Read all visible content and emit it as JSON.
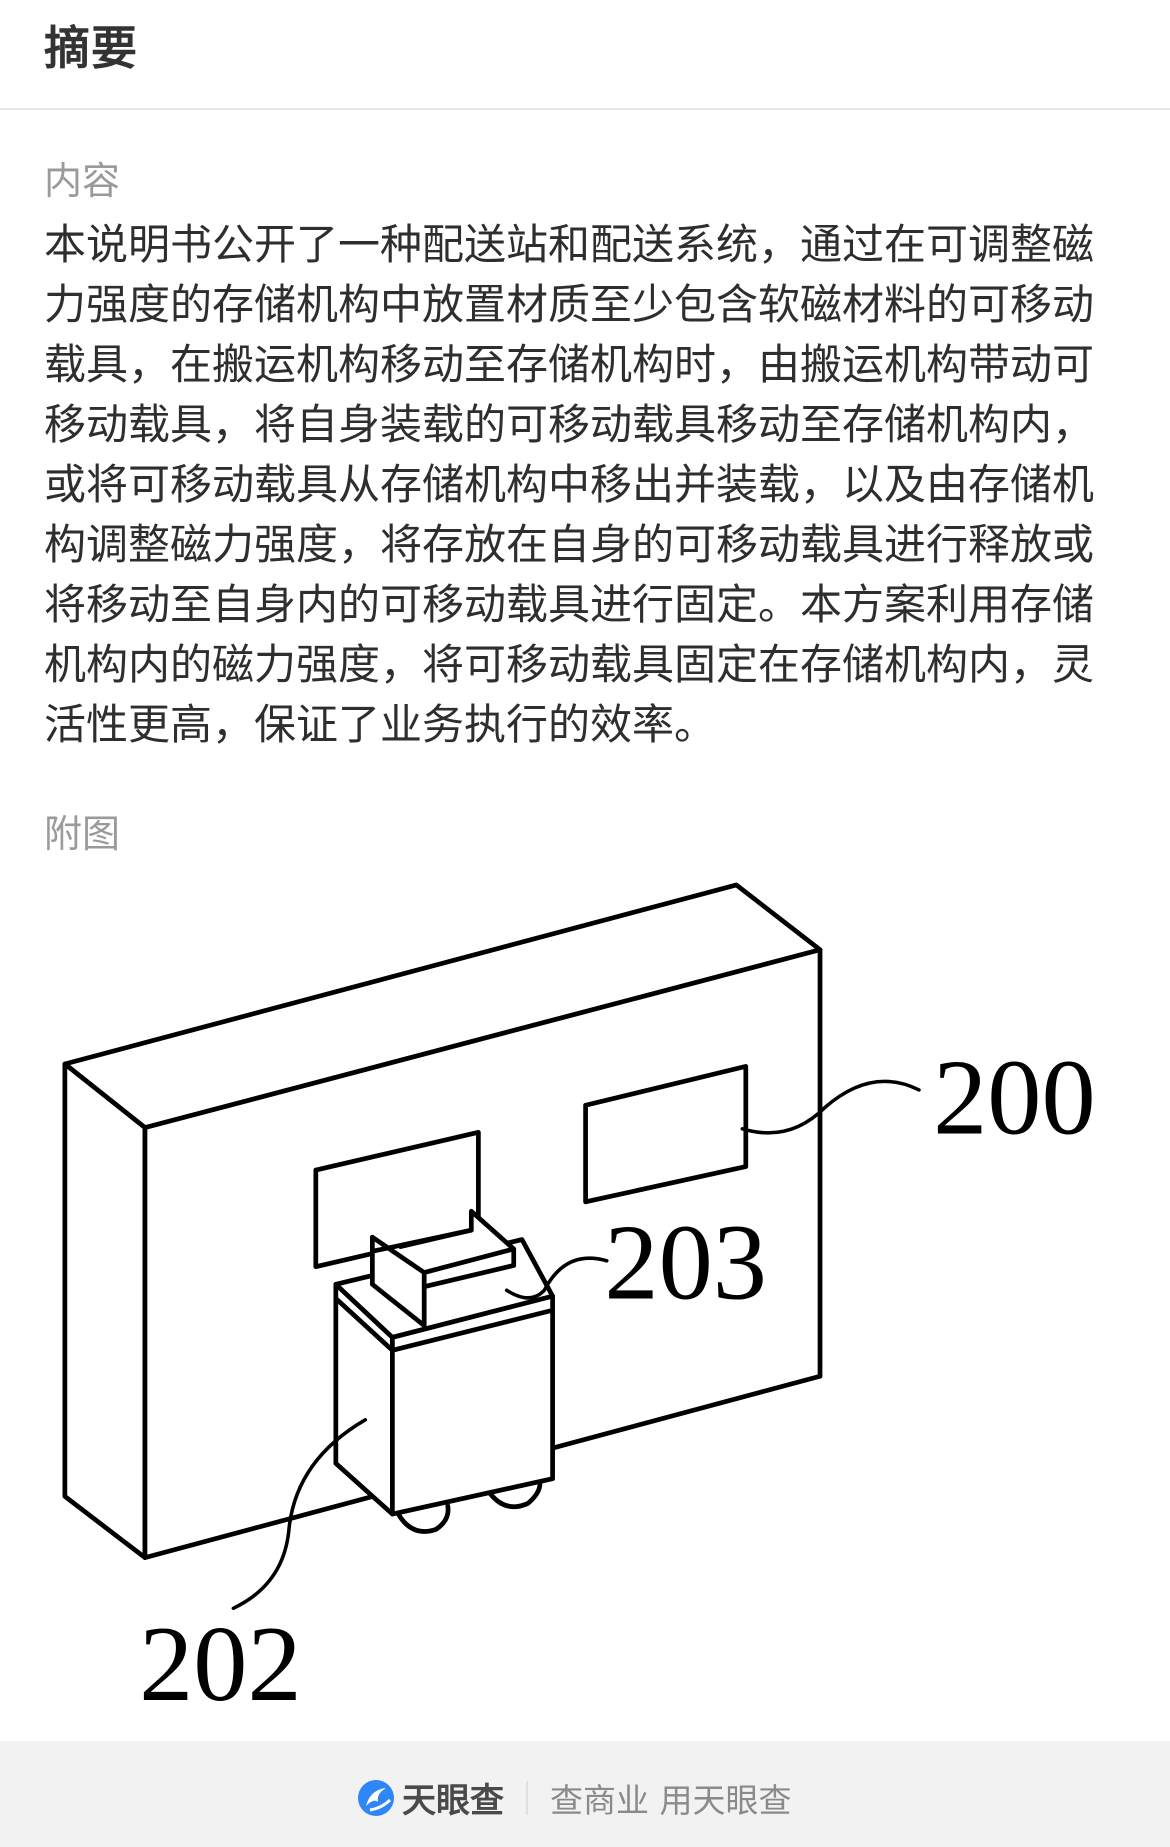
{
  "header": {
    "title": "摘要"
  },
  "content": {
    "label": "内容",
    "lines": [
      "本说明书公开了一种配送站和配送系统，通过在可调整磁",
      "力强度的存储机构中放置材质至少包含软磁材料的可移动",
      "载具，在搬运机构移动至存储机构时，由搬运机构带动可",
      "移动载具，将自身装载的可移动载具移动至存储机构内，",
      "或将可移动载具从存储机构中移出并装载，以及由存储机",
      "构调整磁力强度，将存放在自身的可移动载具进行释放或",
      "将移动至自身内的可移动载具进行固定。本方案利用存储",
      "机构内的磁力强度，将可移动载具固定在存储机构内，灵",
      "活性更高，保证了业务执行的效率。"
    ]
  },
  "figure": {
    "label": "附图",
    "ref_labels": {
      "storage": "200",
      "carrier": "203",
      "transport": "202"
    }
  },
  "footer": {
    "brand": "天眼查",
    "slogan": "查商业 用天眼查",
    "brand_color": "#2f86f6"
  }
}
